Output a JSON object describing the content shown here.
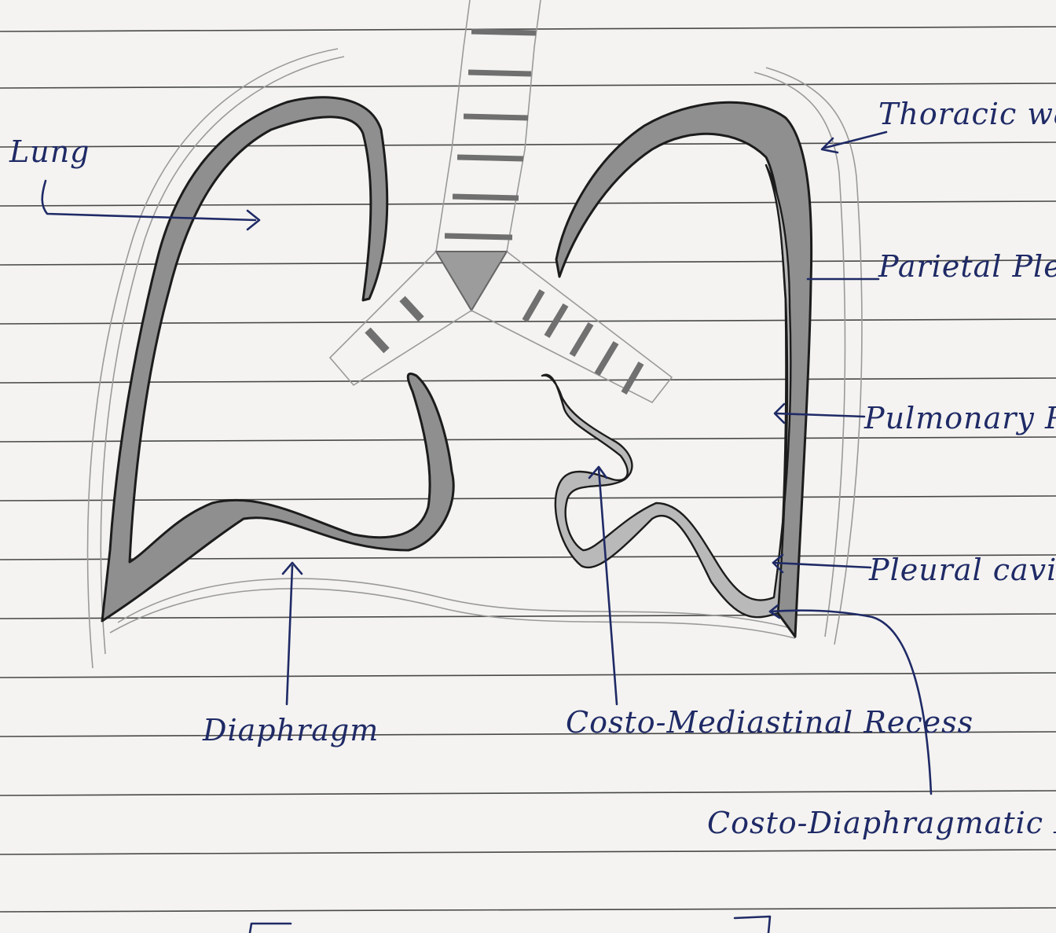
{
  "labels": {
    "lung": "Lung",
    "thoracic_wall": "Thoracic wall",
    "parietal_pleura": "Parietal Pleura",
    "pulmonary_pleura": "Pulmonary Pleura",
    "pleural_cavity": "Pleural cavity",
    "diaphragm": "Diaphragm",
    "costo_mediastinal_recess": "Costo-Mediastinal Recess",
    "costo_diaphragmatic_recess": "Costo-Diaphragmatic Recess"
  },
  "colors": {
    "ink": "#1f2a66",
    "pencil": "#1c1c1c",
    "paper": "#f4f3f1"
  }
}
